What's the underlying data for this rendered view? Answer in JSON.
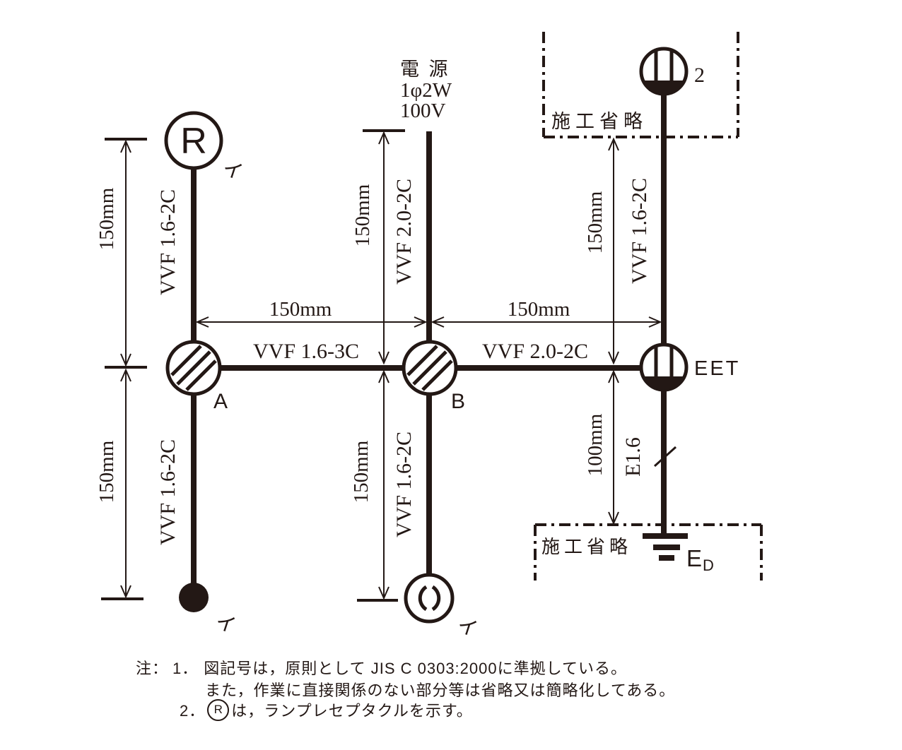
{
  "ink": "#231815",
  "power": {
    "title": "電 源",
    "phase": "1φ2W",
    "voltage": "100V"
  },
  "labels": {
    "lamp": "R",
    "iro_lamp": "イ",
    "iro_switch": "イ",
    "iro_rosette": "イ",
    "box_a": "A",
    "box_b": "B",
    "outlet_count": "2",
    "outlet_eet": "EET",
    "earth": "E",
    "earth_sub": "D",
    "omit_top": "施工省略",
    "omit_bottom": "施工省略"
  },
  "cables": {
    "r_to_a": "VVF 1.6-2C",
    "a_to_switch": "VVF 1.6-2C",
    "source_to_b": "VVF 2.0-2C",
    "b_to_rosette": "VVF 1.6-2C",
    "outlet_to_eet": "VVF 1.6-2C",
    "a_to_b": "VVF 1.6-3C",
    "b_to_eet": "VVF 2.0-2C",
    "earth_wire": "E1.6"
  },
  "dims": {
    "left_top": "150mm",
    "left_bottom": "150mm",
    "mid_top": "150mm",
    "mid_bottom": "150mm",
    "right_top": "150mm",
    "right_bottom": "100mm",
    "h_left": "150mm",
    "h_right": "150mm"
  },
  "notes": {
    "head": "注：",
    "n1": "1．",
    "n1_text1": "図記号は，原則として JIS C 0303:2000に準拠している。",
    "n1_text2": "また，作業に直接関係のない部分等は省略又は簡略化してある。",
    "n2": "2．",
    "n2_symbol": "R",
    "n2_text": "は，ランプレセプタクルを示す。"
  }
}
